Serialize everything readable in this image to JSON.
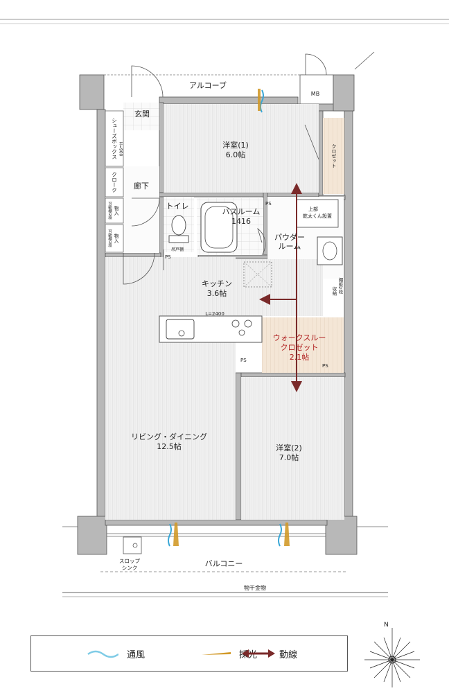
{
  "colors": {
    "wall": "#b8b8b8",
    "wall_line": "#555555",
    "floor_wood": "#efefef",
    "walkin": "#f4e6d6",
    "closet": "#e9dcc8",
    "ventilation": "#3aa7d6",
    "daylight": "#d29a2a",
    "circulation": "#7a2a2a"
  },
  "labels": {
    "alcove": "アルコーブ",
    "mb": "MB",
    "entrance": "玄関",
    "shoe_box": "シューズボックス",
    "shoe_h": "H=900",
    "cloak": "クローク",
    "hallway": "廊下",
    "storage1": "物入",
    "storage1_sub": "可動棚2段",
    "storage2": "物入",
    "storage2_sub": "可動棚2段",
    "toilet": "トイレ",
    "toilet_sub": "吊戸棚",
    "ps": "PS",
    "ps2": "PS",
    "ps3": "PS",
    "ps4": "PS",
    "bathroom": "バスルーム",
    "bath_size": "1416",
    "powder": "パウダー",
    "powder2": "ルーム",
    "upper_shelf": "上部",
    "upper_shelf2": "乾太くん設置",
    "shelf": "棚板2段",
    "shelf2": "収納",
    "closet": "クロゼット",
    "western1": "洋室(1)",
    "western1_size": "6.0帖",
    "kitchen": "キッチン",
    "kitchen_size": "3.6帖",
    "kitchen_len": "L=2400",
    "walkthrough": "ウォークスルー",
    "walkthrough2": "クロゼット",
    "walkthrough_size": "2.1帖",
    "living": "リビング・ダイニング",
    "living_size": "12.5帖",
    "western2": "洋室(2)",
    "western2_size": "7.0帖",
    "slop": "スロップ",
    "slop2": "シンク",
    "balcony": "バルコニー",
    "hanger": "物干金物",
    "north": "N"
  },
  "legend": {
    "ventilation": "通風",
    "daylight": "採光",
    "circulation": "動線"
  },
  "icons": [
    "door-swing-icon",
    "toilet-icon",
    "bathtub-icon",
    "sink-icon",
    "stove-icon",
    "ventilation-icon",
    "daylight-icon",
    "compass-icon"
  ]
}
